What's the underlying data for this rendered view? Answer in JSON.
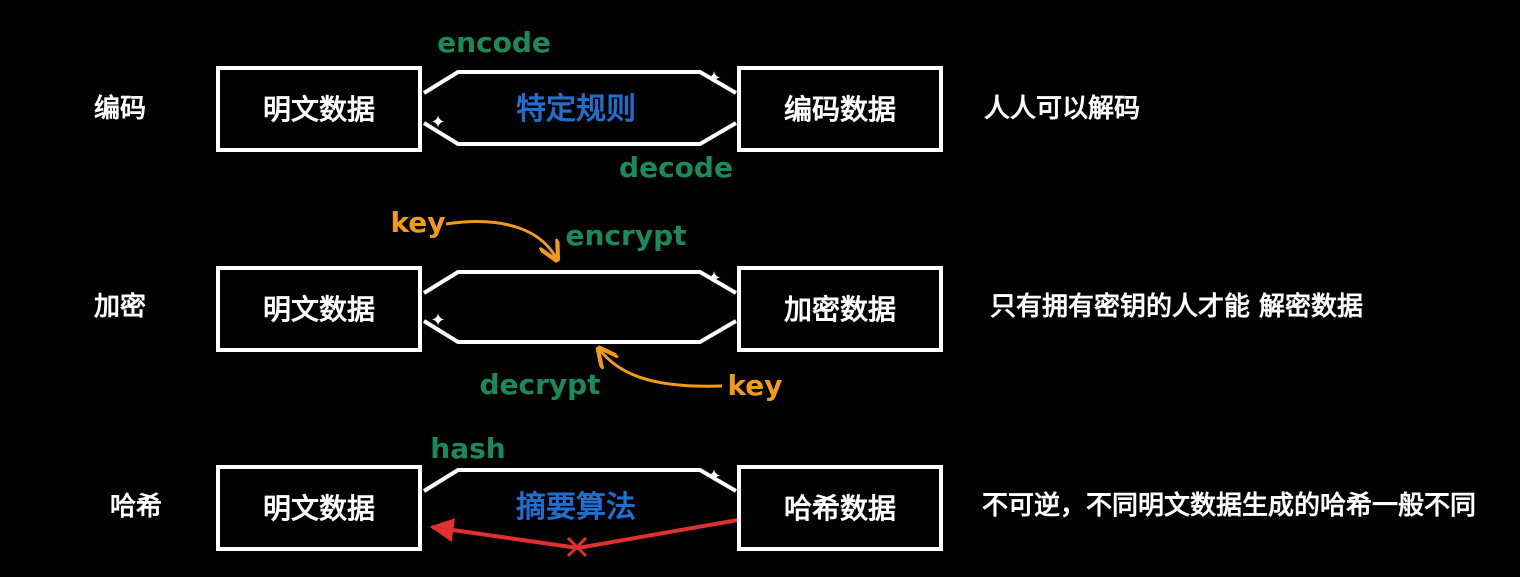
{
  "colors": {
    "background": "#000000",
    "line": "#ffffff",
    "operation": "#1a8a5a",
    "key": "#f29a1a",
    "center": "#1f6fd1",
    "forbidden": "#e03030"
  },
  "rows": [
    {
      "left_label": "编码",
      "input_box": "明文数据",
      "center_label": "特定规则",
      "forward_label": "encode",
      "backward_label": "decode",
      "output_box": "编码数据",
      "right_note": "人人可以解码"
    },
    {
      "left_label": "加密",
      "input_box": "明文数据",
      "center_label": "",
      "forward_label": "encrypt",
      "backward_label": "decrypt",
      "forward_key_label": "key",
      "backward_key_label": "key",
      "output_box": "加密数据",
      "right_note": "只有拥有密钥的人才能 解密数据"
    },
    {
      "left_label": "哈希",
      "input_box": "明文数据",
      "center_label": "摘要算法",
      "forward_label": "hash",
      "backward_label": "",
      "backward_blocked_icon": "cross-icon",
      "output_box": "哈希数据",
      "right_note": "不可逆，不同明文数据生成的哈希一般不同"
    }
  ]
}
